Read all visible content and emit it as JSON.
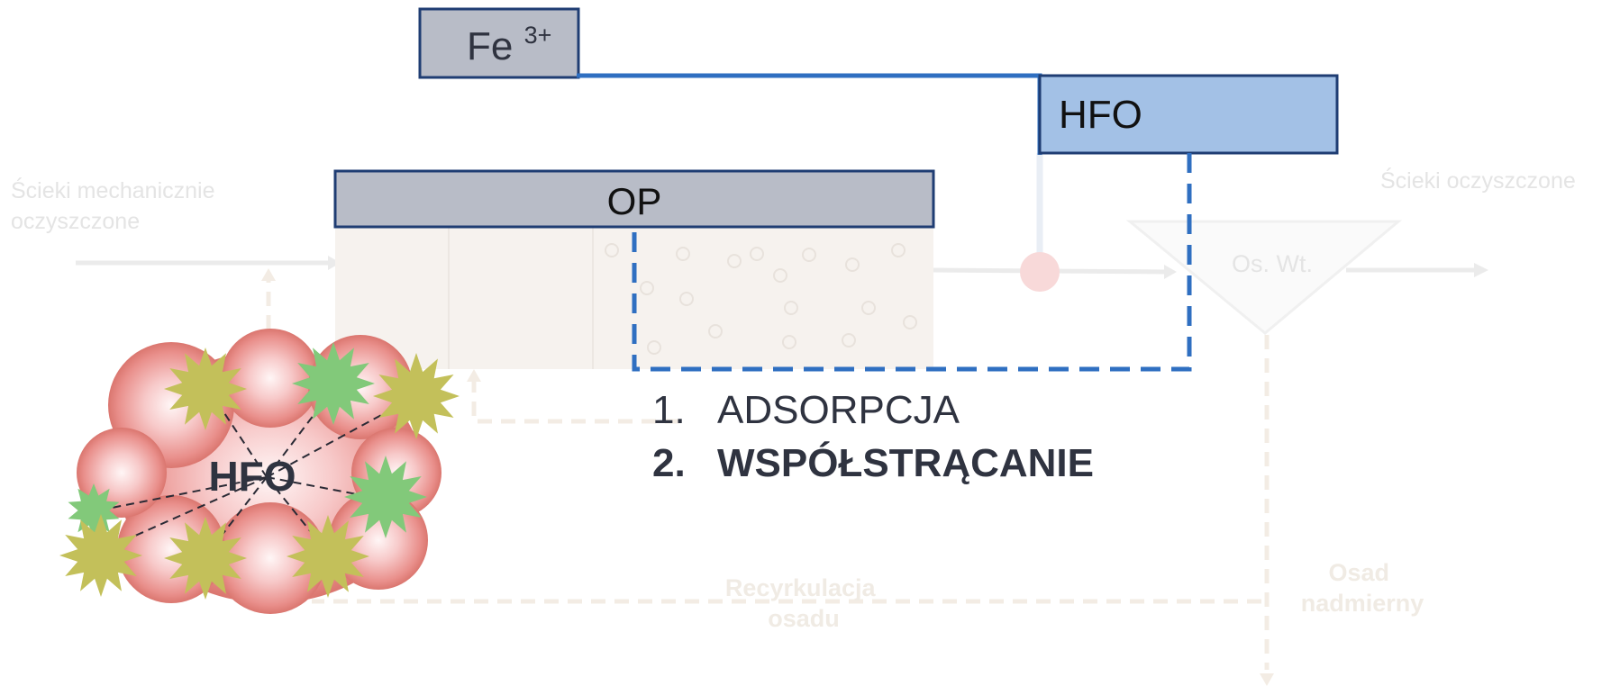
{
  "labels": {
    "fe_main": "Fe",
    "fe_sup": "3+",
    "hfo_box": "HFO",
    "op_box": "OP",
    "inflow": [
      "Ścieki mechanicznie",
      "oczyszczone"
    ],
    "outflow": "Ścieki oczyszczone",
    "settler": "Os. Wt.",
    "recirc": [
      "Recyrkulacja",
      "osadu"
    ],
    "excess": [
      "Osad",
      "nadmierny"
    ],
    "cloud": "HFO"
  },
  "steps": [
    {
      "num": "1.",
      "text": "ADSORPCJA",
      "bold": false
    },
    {
      "num": "2.",
      "text": "WSPÓŁSTRĄCANIE",
      "bold": true
    }
  ],
  "colors": {
    "faded_text": "#e4e4e4",
    "faded_bold": "#f0ebe4",
    "grey_box": "#b8bcc7",
    "box_border": "#1f3d73",
    "hfo_fill": "#a3c1e6",
    "blue_line": "#2f6fc1",
    "reactor_fill": "#f6f2ee",
    "dark_text": "#2f3340",
    "star_green": "#82c97a",
    "star_yellow": "#c3c05a",
    "node_pink": "#f8d9d9"
  }
}
